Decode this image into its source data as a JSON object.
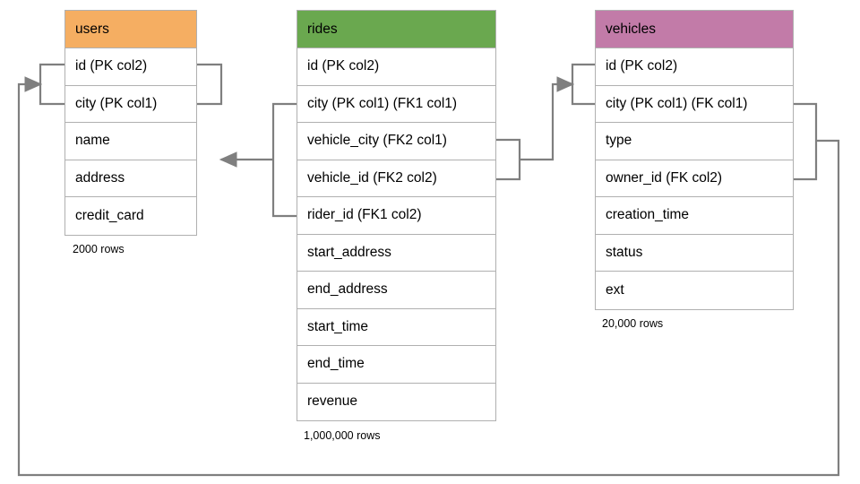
{
  "diagram": {
    "title": "",
    "type": "entity-relationship-diagram",
    "background_color": "#ffffff",
    "line_color": "#7f7f7f"
  },
  "tables": [
    {
      "name": "users",
      "header_color": "#f5ae62",
      "row_count_label": "2000 rows",
      "columns": [
        {
          "label": "id (PK col2)"
        },
        {
          "label": "city (PK col1)"
        },
        {
          "label": "name"
        },
        {
          "label": "address"
        },
        {
          "label": "credit_card"
        }
      ]
    },
    {
      "name": "rides",
      "header_color": "#6aa84f",
      "row_count_label": "1,000,000 rows",
      "columns": [
        {
          "label": "id (PK col2)"
        },
        {
          "label": "city (PK col1) (FK1 col1)"
        },
        {
          "label": "vehicle_city (FK2 col1)"
        },
        {
          "label": "vehicle_id (FK2 col2)"
        },
        {
          "label": "rider_id (FK1 col2)"
        },
        {
          "label": "start_address"
        },
        {
          "label": "end_address"
        },
        {
          "label": "start_time"
        },
        {
          "label": "end_time"
        },
        {
          "label": "revenue"
        }
      ]
    },
    {
      "name": "vehicles",
      "header_color": "#c27ba8",
      "row_count_label": "20,000 rows",
      "columns": [
        {
          "label": "id (PK col2)"
        },
        {
          "label": "city (PK col1) (FK col1)"
        },
        {
          "label": "type"
        },
        {
          "label": "owner_id (FK col2)"
        },
        {
          "label": "creation_time"
        },
        {
          "label": "status"
        },
        {
          "label": "ext"
        }
      ]
    }
  ],
  "relationships": [
    {
      "name": "rides-FK1-to-users",
      "from_table": "rides",
      "from_columns": [
        "city (PK col1) (FK1 col1)",
        "rider_id (FK1 col2)"
      ],
      "to_table": "users",
      "to_columns": [
        "city (PK col1)",
        "id (PK col2)"
      ],
      "arrow_direction": "left"
    },
    {
      "name": "rides-FK2-to-vehicles",
      "from_table": "rides",
      "from_columns": [
        "vehicle_city (FK2 col1)",
        "vehicle_id (FK2 col2)"
      ],
      "to_table": "vehicles",
      "to_columns": [
        "city (PK col1) (FK col1)",
        "id (PK col2)"
      ],
      "arrow_direction": "right"
    },
    {
      "name": "vehicles-FK-to-users",
      "from_table": "vehicles",
      "from_columns": [
        "city (PK col1) (FK col1)",
        "owner_id (FK col2)"
      ],
      "to_table": "users",
      "to_columns": [
        "city (PK col1)",
        "id (PK col2)"
      ],
      "arrow_direction": "right"
    }
  ]
}
